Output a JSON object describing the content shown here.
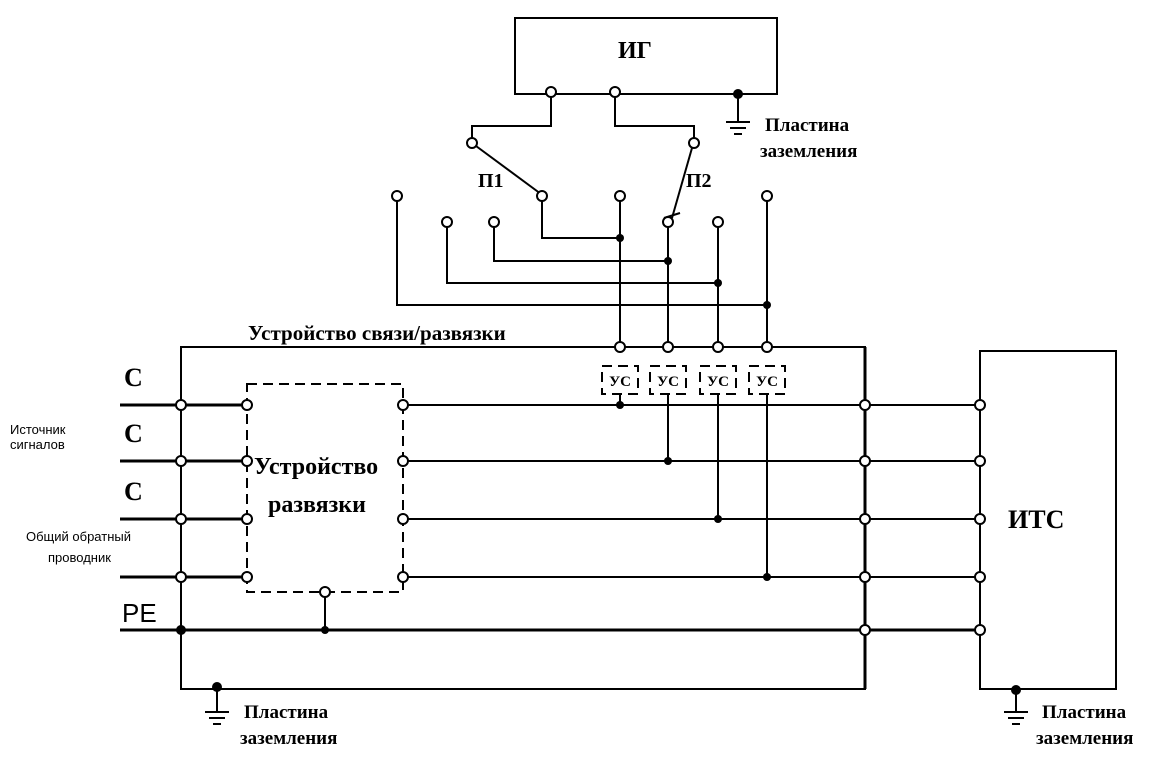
{
  "blocks": {
    "generator": "ИГ",
    "ites": "ИТС",
    "decoupling": [
      "Устройство",
      "развязки"
    ],
    "coupling_decoupling": "Устройство связи/развязки"
  },
  "switches": {
    "p1": "П1",
    "p2": "П2"
  },
  "couplers": [
    "УС",
    "УС",
    "УС",
    "УС"
  ],
  "lines": {
    "c1": "C",
    "c2": "C",
    "c3": "C",
    "pe": "PE"
  },
  "labels": {
    "signal_source": [
      "Источник",
      "сигналов"
    ],
    "common_return": [
      "Общий обратный",
      "проводник"
    ]
  },
  "grounds": [
    {
      "line1": "Пластина",
      "line2": "заземления"
    },
    {
      "line1": "Пластина",
      "line2": "заземления"
    },
    {
      "line1": "Пластина",
      "line2": "заземления"
    }
  ]
}
